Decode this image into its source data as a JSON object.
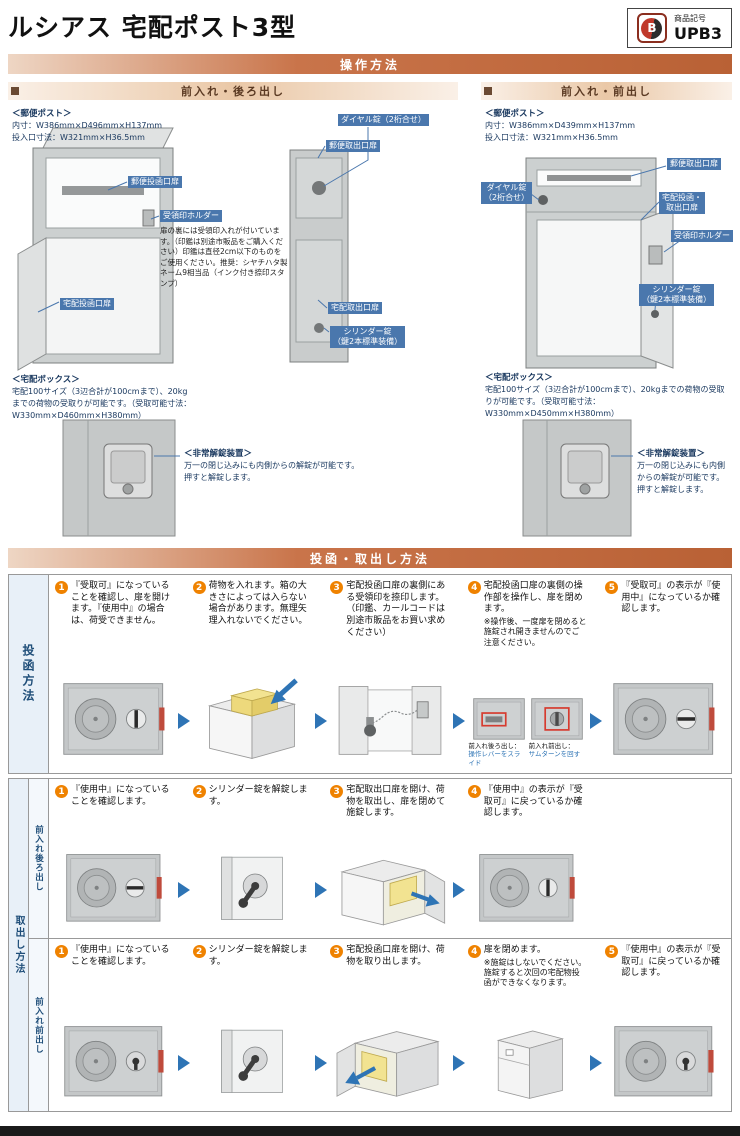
{
  "header": {
    "title": "ルシアス 宅配ポスト3型",
    "product_label": "商品記号",
    "product_code": "UPB3",
    "logo_letter": "B"
  },
  "banners": {
    "operation": "操作方法",
    "usage": "投函・取出し方法"
  },
  "front_back": {
    "title": "前入れ・後ろ出し",
    "mail_post_heading": "＜郵便ポスト＞",
    "mail_post_line1": "内寸：W386mm×D496mm×H137mm",
    "mail_post_line2": "投入口寸法：W321mm×H36.5mm",
    "tags": {
      "mail_slot": "郵便投函口扉",
      "stamp_holder": "受領印ホルダー",
      "dial_lock": "ダイヤル錠（2桁合せ）",
      "mail_out": "郵便取出口扉",
      "parcel_slot": "宅配投函口扉",
      "parcel_out": "宅配取出口扉",
      "cylinder_line1": "シリンダー錠",
      "cylinder_line2": "（鍵2本標準装備）"
    },
    "stamp_note": "扉の裏には受領印入れが付いています。（印鑑は別途市販品をご購入ください）印鑑は直径2cm以下のものをご使用ください。推奨：シヤチハタ製ネーム9相当品（インク付き捺印スタンプ）",
    "parcel_heading": "＜宅配ボックス＞",
    "parcel_text": "宅配100サイズ（3辺合計が100cmまで）、20kgまでの荷物の受取りが可能です。（受取可能寸法：W330mm×D460mm×H380mm）",
    "emergency_heading": "＜非常解錠装置＞",
    "emergency_text": "万一の閉じ込みにも内側からの解錠が可能です。押すと解錠します。"
  },
  "front_front": {
    "title": "前入れ・前出し",
    "mail_post_heading": "＜郵便ポスト＞",
    "mail_post_line1": "内寸：W386mm×D439mm×H137mm",
    "mail_post_line2": "投入口寸法：W321mm×H36.5mm",
    "tags": {
      "dial_line1": "ダイヤル錠",
      "dial_line2": "（2桁合せ）",
      "mail_out": "郵便取出口扉",
      "parcel_io_line1": "宅配投函・",
      "parcel_io_line2": "取出口扉",
      "stamp_holder": "受領印ホルダー",
      "cylinder_line1": "シリンダー錠",
      "cylinder_line2": "（鍵2本標準装備）"
    },
    "parcel_heading": "＜宅配ボックス＞",
    "parcel_text": "宅配100サイズ（3辺合計が100cmまで）、20kgまでの荷物の受取りが可能です。（受取可能寸法：W330mm×D450mm×H380mm）",
    "emergency_heading": "＜非常解錠装置＞",
    "emergency_text": "万一の閉じ込みにも内側からの解錠が可能です。押すと解錠します。"
  },
  "posting": {
    "side_label": "投函方法",
    "steps": [
      {
        "num": "1",
        "text": "『受取可』になっていることを確認し、扉を開けます。『使用中』の場合は、荷受できません。"
      },
      {
        "num": "2",
        "text": "荷物を入れます。箱の大きさによっては入らない場合があります。無理矢理入れないでください。"
      },
      {
        "num": "3",
        "text": "宅配投函口扉の裏側にある受領印を捺印します。（印鑑、カールコードは別途市販品をお買い求めください）"
      },
      {
        "num": "4",
        "text": "宅配投函口扉の裏側の操作部を操作し、扉を閉めます。",
        "note": "※操作後、一度扉を閉めると施錠され開きませんのでご注意ください。"
      },
      {
        "num": "5",
        "text": "『受取可』の表示が『使用中』になっているか確認します。"
      }
    ],
    "captions": {
      "left_title": "前入れ後ろ出し：",
      "left_action": "操作レバーをスライド",
      "right_title": "前入れ前出し：",
      "right_action": "サムターンを回す"
    }
  },
  "retrieval": {
    "side_label": "取出し方法",
    "back_out": {
      "sub_label": "前入れ後ろ出し",
      "steps": [
        {
          "num": "1",
          "text": "『使用中』になっていることを確認します。"
        },
        {
          "num": "2",
          "text": "シリンダー錠を解錠します。"
        },
        {
          "num": "3",
          "text": "宅配取出口扉を開け、荷物を取出し、扉を閉めて施錠します。"
        },
        {
          "num": "4",
          "text": "『使用中』の表示が『受取可』に戻っているか確認します。"
        }
      ]
    },
    "front_out": {
      "sub_label": "前入れ前出し",
      "steps": [
        {
          "num": "1",
          "text": "『使用中』になっていることを確認します。"
        },
        {
          "num": "2",
          "text": "シリンダー錠を解錠します。"
        },
        {
          "num": "3",
          "text": "宅配投函口扉を開け、荷物を取り出します。"
        },
        {
          "num": "4",
          "text": "扉を閉めます。",
          "note": "※施錠はしないでください。施錠すると次回の宅配物投函ができなくなります。"
        },
        {
          "num": "5",
          "text": "『使用中』の表示が『受取可』に戻っているか確認します。"
        }
      ]
    }
  }
}
